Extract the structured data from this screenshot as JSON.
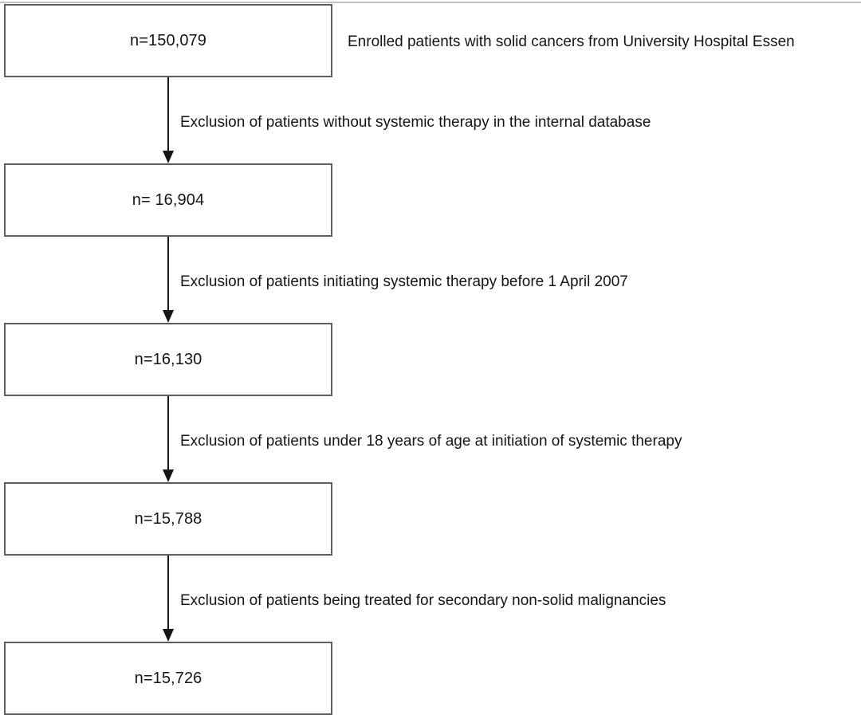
{
  "figure": {
    "type": "flowchart",
    "orientation": "vertical",
    "title": "Patient selection flow diagram"
  },
  "nodes": [
    {
      "id": "node-1",
      "count_label": "n=150,079",
      "side_label": "Enrolled patients with solid cancers from University Hospital Essen"
    },
    {
      "id": "node-2",
      "count_label": "n= 16,904",
      "side_label": ""
    },
    {
      "id": "node-3",
      "count_label": "n=16,130",
      "side_label": ""
    },
    {
      "id": "node-4",
      "count_label": "n=15,788",
      "side_label": ""
    },
    {
      "id": "node-5",
      "count_label": "n=15,726",
      "side_label": ""
    }
  ],
  "edges": [
    {
      "id": "edge-1",
      "from": "node-1",
      "to": "node-2",
      "label": "Exclusion of patients without systemic therapy in the internal database"
    },
    {
      "id": "edge-2",
      "from": "node-2",
      "to": "node-3",
      "label": "Exclusion of patients initiating systemic therapy before 1 April 2007"
    },
    {
      "id": "edge-3",
      "from": "node-3",
      "to": "node-4",
      "label": "Exclusion of patients under 18 years of age at initiation of systemic therapy"
    },
    {
      "id": "edge-4",
      "from": "node-4",
      "to": "node-5",
      "label": "Exclusion of patients being treated for secondary non-solid malignancies"
    }
  ],
  "colors": {
    "box_border": "#5d5d5d",
    "arrow": "#151515",
    "text": "#151515",
    "background": "#ffffff",
    "page_rule": "#b9c2c6"
  }
}
